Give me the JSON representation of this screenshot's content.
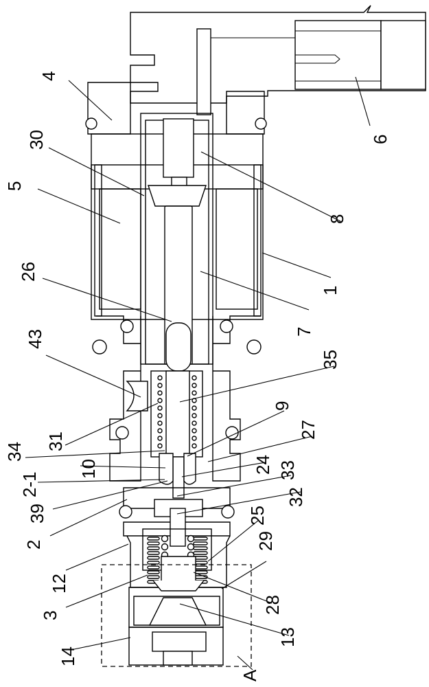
{
  "figure": {
    "title": "Solenoid valve cross-section",
    "reference_labels": [
      {
        "id": "4",
        "text": "4"
      },
      {
        "id": "30",
        "text": "30"
      },
      {
        "id": "5",
        "text": "5"
      },
      {
        "id": "26",
        "text": "26"
      },
      {
        "id": "43",
        "text": "43"
      },
      {
        "id": "31",
        "text": "31"
      },
      {
        "id": "34",
        "text": "34"
      },
      {
        "id": "10",
        "text": "10"
      },
      {
        "id": "2-1",
        "text": "2-1"
      },
      {
        "id": "39",
        "text": "39"
      },
      {
        "id": "2",
        "text": "2"
      },
      {
        "id": "12",
        "text": "12"
      },
      {
        "id": "3",
        "text": "3"
      },
      {
        "id": "14",
        "text": "14"
      },
      {
        "id": "A",
        "text": "A"
      },
      {
        "id": "13",
        "text": "13"
      },
      {
        "id": "28",
        "text": "28"
      },
      {
        "id": "29",
        "text": "29"
      },
      {
        "id": "25",
        "text": "25"
      },
      {
        "id": "32",
        "text": "32"
      },
      {
        "id": "33",
        "text": "33"
      },
      {
        "id": "24",
        "text": "24"
      },
      {
        "id": "27",
        "text": "27"
      },
      {
        "id": "9",
        "text": "9"
      },
      {
        "id": "35",
        "text": "35"
      },
      {
        "id": "7",
        "text": "7"
      },
      {
        "id": "1",
        "text": "1"
      },
      {
        "id": "8",
        "text": "8"
      },
      {
        "id": "6",
        "text": "6"
      }
    ]
  }
}
